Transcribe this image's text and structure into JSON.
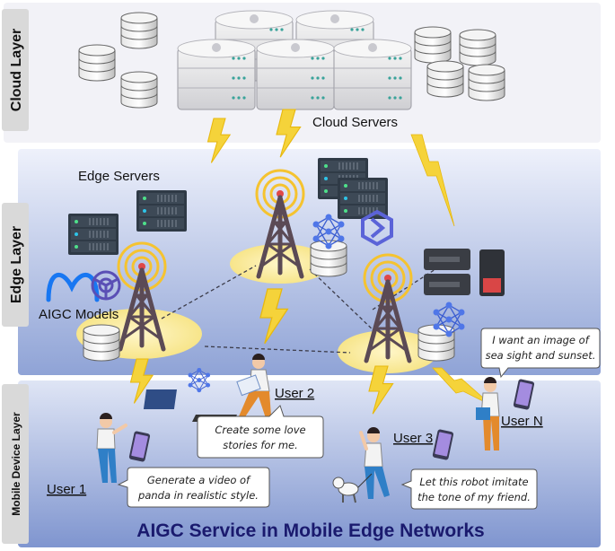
{
  "layers": {
    "cloud": "Cloud Layer",
    "edge": "Edge Layer",
    "mobile": "Mobile Device Layer"
  },
  "labels": {
    "cloud_servers": "Cloud Servers",
    "edge_servers": "Edge Servers",
    "aigc_models": "AIGC Models",
    "bottom_title": "AIGC Service in Mobile Edge Networks"
  },
  "users": [
    {
      "name": "User 1",
      "request": [
        "Generate a video of",
        "panda in realistic style."
      ]
    },
    {
      "name": "User 2",
      "request": [
        "Create some love",
        "stories for me."
      ]
    },
    {
      "name": "User 3",
      "request": [
        "Let this robot imitate",
        "the tone of my friend."
      ]
    },
    {
      "name": "User N",
      "request": [
        "I want an image of",
        "sea sight and sunset."
      ]
    }
  ],
  "colors": {
    "cloud_bg": "#f2f2f7",
    "edge_bg_top": "#eef1fb",
    "edge_bg_bottom": "#8fa3d6",
    "mobile_bg_top": "#d9e0f3",
    "mobile_bg_bottom": "#7f95cf",
    "layer_tab": "#d9d9d9",
    "lightning": "#f5d33a",
    "tower": "#5b4a55",
    "signal": "#f5c330",
    "title": "#1a1a6e"
  },
  "icons": [
    "server-rack-icon",
    "database-icon",
    "cell-tower-icon",
    "lightning-icon",
    "meta-logo-icon",
    "openai-logo-icon",
    "neural-network-icon",
    "smartphone-icon",
    "laptop-icon",
    "robot-dog-icon",
    "person-icon"
  ]
}
